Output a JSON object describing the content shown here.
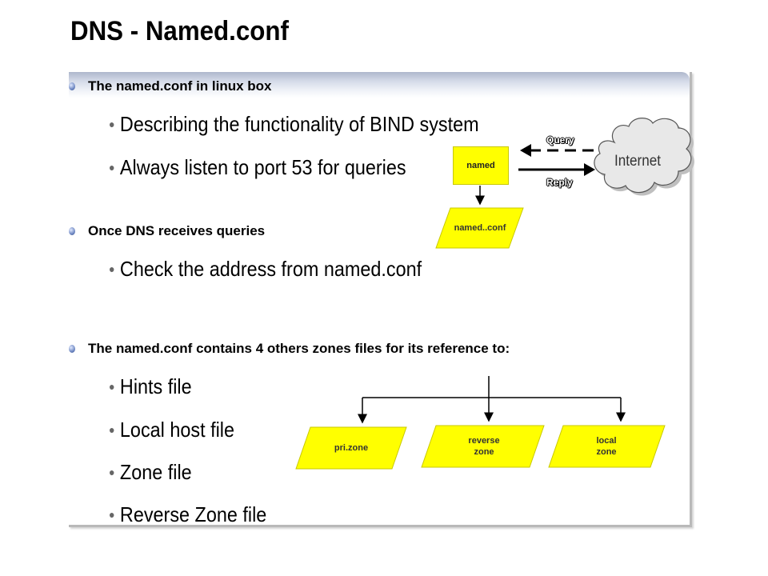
{
  "title": "DNS - Named.conf",
  "sections": [
    {
      "heading": "The named.conf in linux box",
      "items": [
        "Describing the functionality of BIND system",
        "Always listen to port 53 for queries"
      ]
    },
    {
      "heading": "Once DNS receives queries",
      "items": [
        "Check the address from named.conf"
      ]
    },
    {
      "heading": "The named.conf contains 4 others zones files for its reference to:",
      "items": [
        "Hints file",
        "Local host file",
        "Zone file",
        "Reverse Zone file"
      ]
    }
  ],
  "diagram": {
    "named_box": "named",
    "named_conf": "named..conf",
    "query_label": "Query",
    "reply_label": "Reply",
    "cloud_label": "Internet",
    "zones": [
      {
        "line1": "pri.zone",
        "line2": ""
      },
      {
        "line1": "reverse",
        "line2": "zone"
      },
      {
        "line1": "local",
        "line2": "zone"
      }
    ]
  },
  "colors": {
    "box_fill": "#ffff00",
    "panel_header": "#aeb7cc",
    "text": "#000000"
  }
}
